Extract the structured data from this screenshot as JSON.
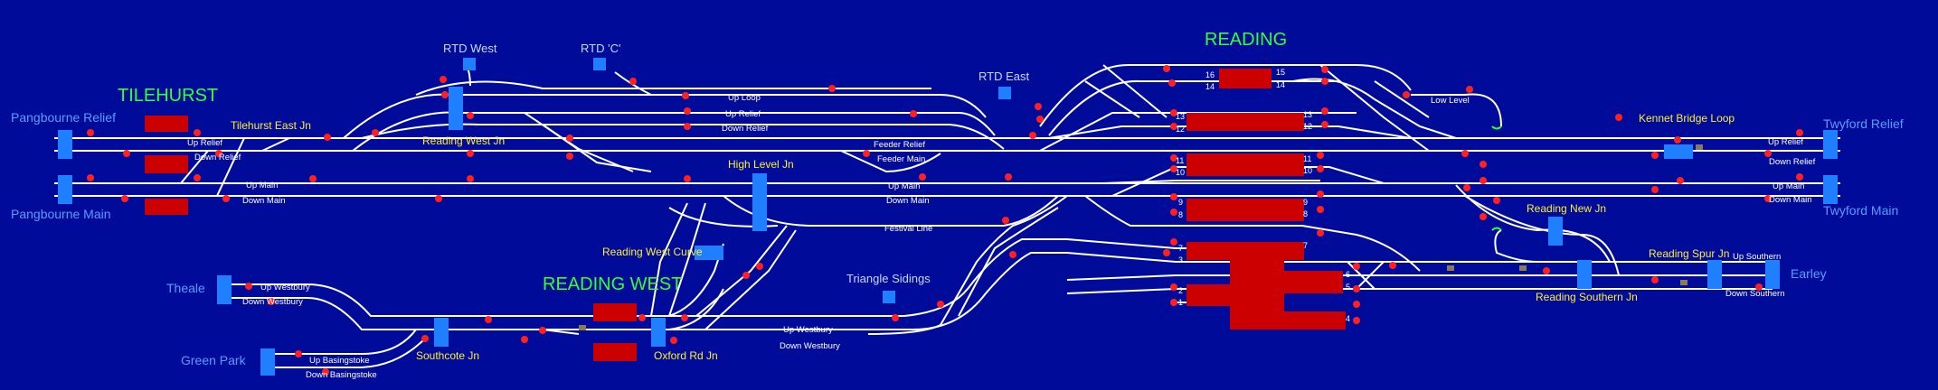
{
  "title": "Reading area signalling simulation panel",
  "colors": {
    "background": "#000c99",
    "track": "#ffffff",
    "platform": "#cc0000",
    "block": "#1f7fff",
    "signal_red": "#ff2020",
    "station_label": "#33ff33",
    "junction_label": "#ffee33",
    "boundary_label": "#5a9cff"
  },
  "stations": {
    "tilehurst": "TILEHURST",
    "reading": "READING",
    "reading_west": "READING WEST"
  },
  "boundaries": {
    "pangbourne_relief": "Pangbourne Relief",
    "pangbourne_main": "Pangbourne Main",
    "theale": "Theale",
    "green_park": "Green Park",
    "twyford_relief": "Twyford Relief",
    "twyford_main": "Twyford Main",
    "earley": "Earley"
  },
  "locations": {
    "rtd_west": "RTD West",
    "rtd_c": "RTD 'C'",
    "rtd_east": "RTD East",
    "triangle_sidings": "Triangle Sidings"
  },
  "junctions": {
    "tilehurst_east_jn": "Tilehurst East Jn",
    "reading_west_jn": "Reading West Jn",
    "high_level_jn": "High Level Jn",
    "reading_west_curve": "Reading West Curve",
    "southcote_jn": "Southcote Jn",
    "oxford_rd_jn": "Oxford Rd Jn",
    "kennet_bridge_loop": "Kennet Bridge Loop",
    "reading_new_jn": "Reading New Jn",
    "reading_spur_jn": "Reading Spur Jn",
    "reading_southern_jn": "Reading Southern Jn"
  },
  "tracks": {
    "up_relief_w": "Up Relief",
    "down_relief_w": "Down Relief",
    "up_main_w": "Up Main",
    "down_main_w": "Down Main",
    "up_loop": "Up Loop",
    "up_relief_c": "Up Relief",
    "down_relief_c": "Down Relief",
    "feeder_relief": "Feeder Relief",
    "feeder_main": "Feeder Main",
    "up_main_c": "Up Main",
    "down_main_c": "Down Main",
    "festival_line": "Festival Line",
    "up_westbury_w": "Up Westbury",
    "down_westbury_w": "Down Westbury",
    "up_basingstoke": "Up Basingstoke",
    "down_basingstoke": "Down Basingstoke",
    "up_westbury_e": "Up Westbury",
    "down_westbury_e": "Down Westbury",
    "low_level": "Low Level",
    "up_relief_e": "Up Relief",
    "down_relief_e": "Down Relief",
    "up_main_e": "Up Main",
    "down_main_e": "Down Main",
    "up_southern": "Up Southern",
    "down_southern": "Down Southern"
  },
  "platform_numbers": [
    "16",
    "15",
    "14",
    "14",
    "13",
    "13",
    "12",
    "12",
    "11",
    "11",
    "10",
    "10",
    "9",
    "9",
    "8",
    "8",
    "7",
    "7",
    "3",
    "6",
    "2",
    "5",
    "1",
    "4"
  ]
}
